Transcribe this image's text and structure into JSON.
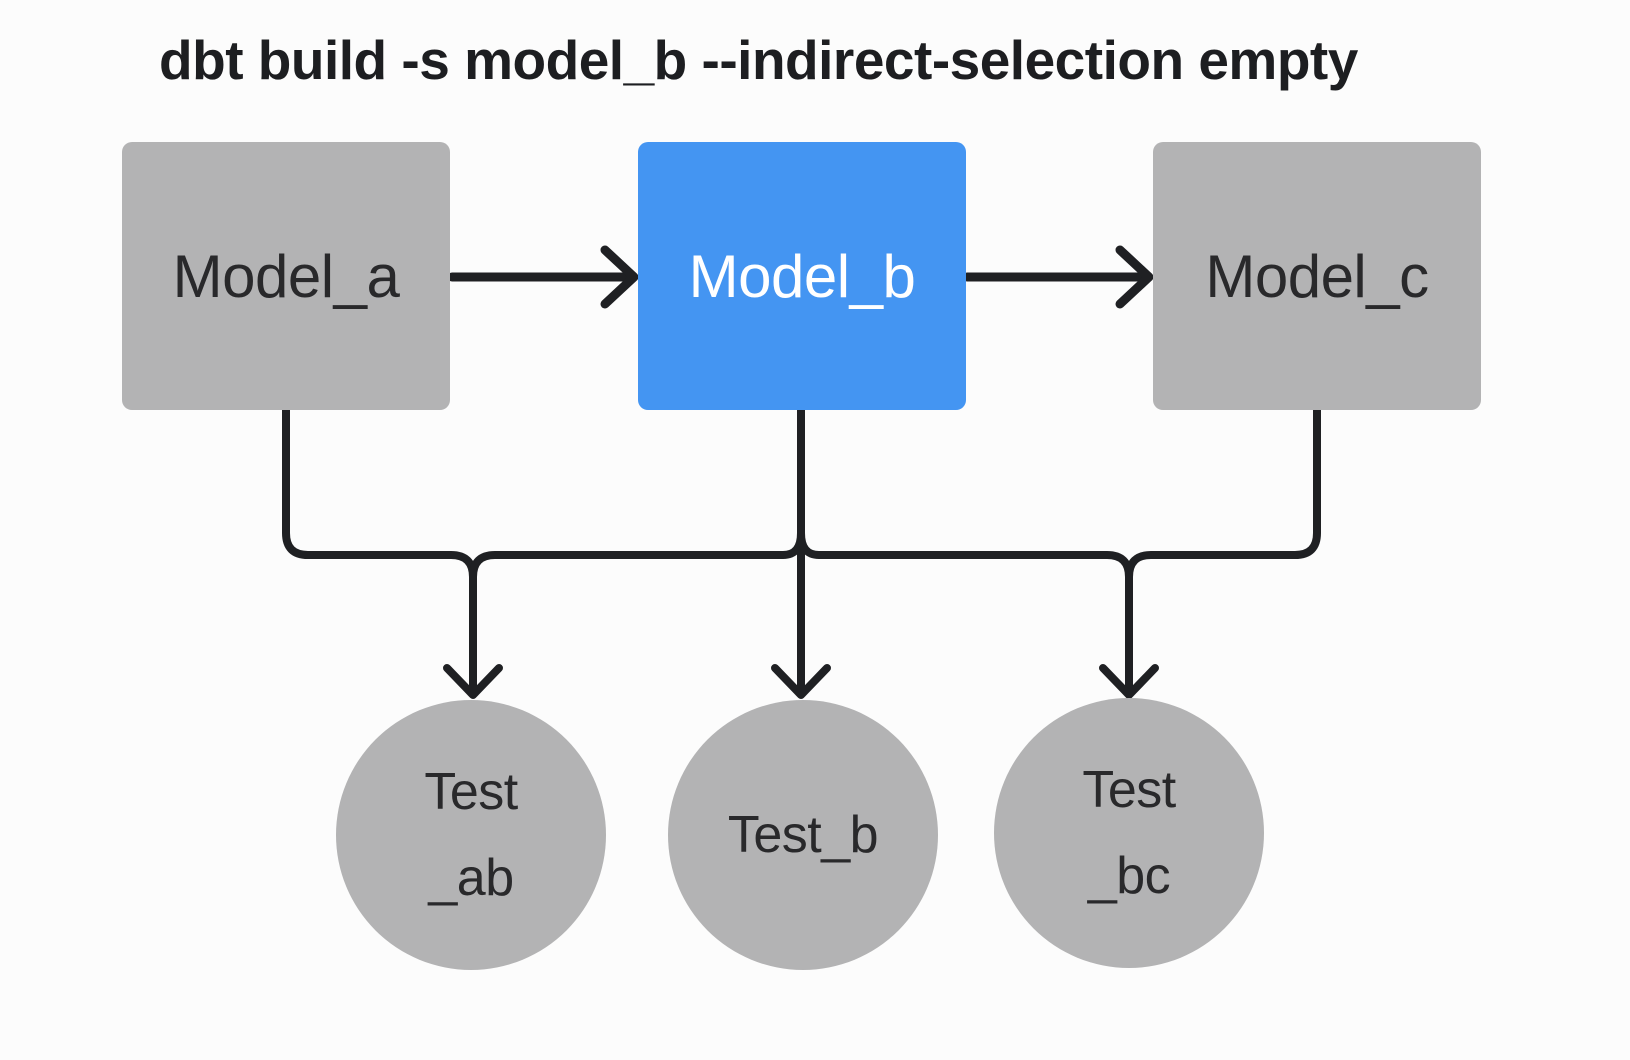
{
  "title": "dbt build -s model_b --indirect-selection empty",
  "colors": {
    "background": "#fcfcfc",
    "node_default_fill": "#b3b3b4",
    "node_selected_fill": "#4495f2",
    "node_text_dark": "#29292b",
    "node_text_light": "#ffffff",
    "edge_stroke": "#1f2023",
    "title_text": "#1d1e21"
  },
  "diagram": {
    "models": [
      {
        "id": "model_a",
        "label": "Model_a",
        "variant": "default"
      },
      {
        "id": "model_b",
        "label": "Model_b",
        "variant": "selected"
      },
      {
        "id": "model_c",
        "label": "Model_c",
        "variant": "default"
      }
    ],
    "tests": [
      {
        "id": "test_ab",
        "lines": [
          "Test",
          "_ab"
        ]
      },
      {
        "id": "test_b",
        "lines": [
          "Test_b"
        ]
      },
      {
        "id": "test_bc",
        "lines": [
          "Test",
          "_bc"
        ]
      }
    ],
    "edges": [
      {
        "from": "model_a",
        "to": "model_b"
      },
      {
        "from": "model_b",
        "to": "model_c"
      },
      {
        "from": "model_a",
        "to": "test_ab"
      },
      {
        "from": "model_b",
        "to": "test_ab"
      },
      {
        "from": "model_b",
        "to": "test_b"
      },
      {
        "from": "model_b",
        "to": "test_bc"
      },
      {
        "from": "model_c",
        "to": "test_bc"
      }
    ]
  }
}
